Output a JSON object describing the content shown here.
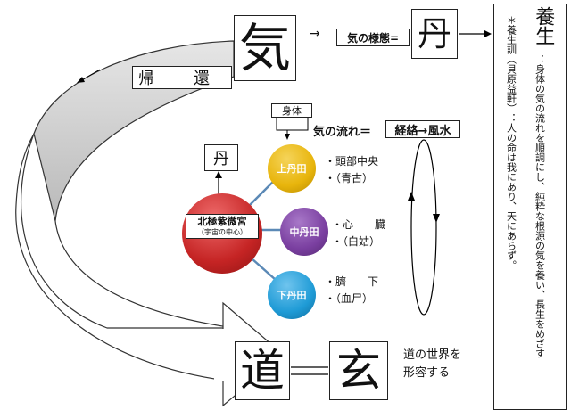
{
  "qi": "気",
  "arrow_right": "→",
  "qi_state_label": "気の様態=",
  "dan_large": "丹",
  "return_label_1": "帰",
  "return_label_2": "還",
  "yojo_title": "養生",
  "yojo_main": "：身体の気の流れを順調にし、純粋な根源の気を養い、長生をめざす",
  "yojo_note": "＊養生訓（貝原益軒）：人の命は我にあり、天にあらず。",
  "body_label": "身体",
  "flow_label": "気の流れ＝",
  "flow_value": "経絡→風水",
  "dan_small": "丹",
  "center_label": "北極紫微宮",
  "center_sub": "（宇宙の中心）",
  "tandens": [
    {
      "name": "上丹田",
      "line1": "・頭部中央",
      "line2": "・（青古）"
    },
    {
      "name": "中丹田",
      "line1": "・心　　臓",
      "line2": "・（白姑）"
    },
    {
      "name": "下丹田",
      "line1": "・臍　　下",
      "line2": "・（血尸）"
    }
  ],
  "dao": "道",
  "equals": "＝",
  "xuan": "玄",
  "dao_desc_1": "道の世界を",
  "dao_desc_2": "形容する",
  "colors": {
    "upper": "#e8b50c",
    "middle": "#7a3fa0",
    "lower": "#1f9bd6",
    "center": "#c52424",
    "connector": "#5b89b6",
    "band": "#cfcfcf"
  }
}
